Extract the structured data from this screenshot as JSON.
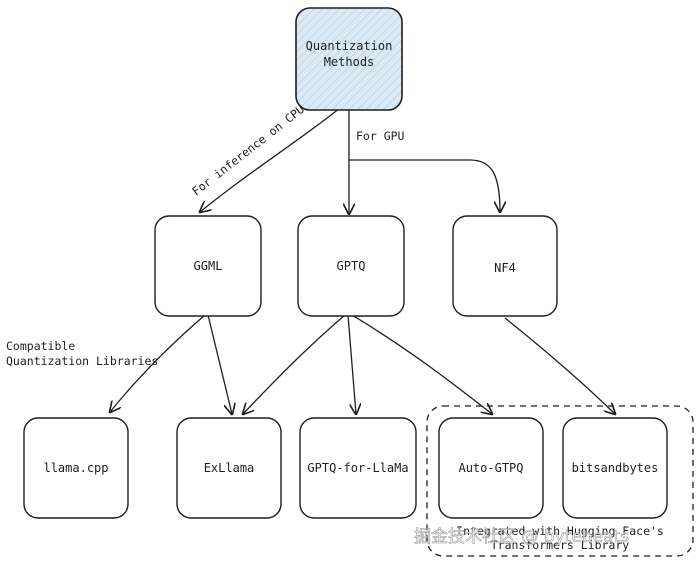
{
  "nodes": {
    "root": "Quantization\nMethods",
    "ggml": "GGML",
    "gptq": "GPTQ",
    "nf4": "NF4",
    "llamacpp": "llama.cpp",
    "exllama": "ExLlama",
    "gptq_for_llama": "GPTQ-for-LlaMa",
    "auto_gptq": "Auto-GTPQ",
    "bitsandbytes": "bitsandbytes"
  },
  "edge_labels": {
    "cpu": "For inference on CPU",
    "gpu": "For GPU",
    "compatible": "Compatible\nQuantization Libraries"
  },
  "group_label": "Integrated with Hugging Face's\nTransformers Library",
  "watermark": "掘金技术社区 @ bytebeats",
  "colors": {
    "root_fill": "#dbeaf5",
    "stroke": "#1e1e1e"
  }
}
